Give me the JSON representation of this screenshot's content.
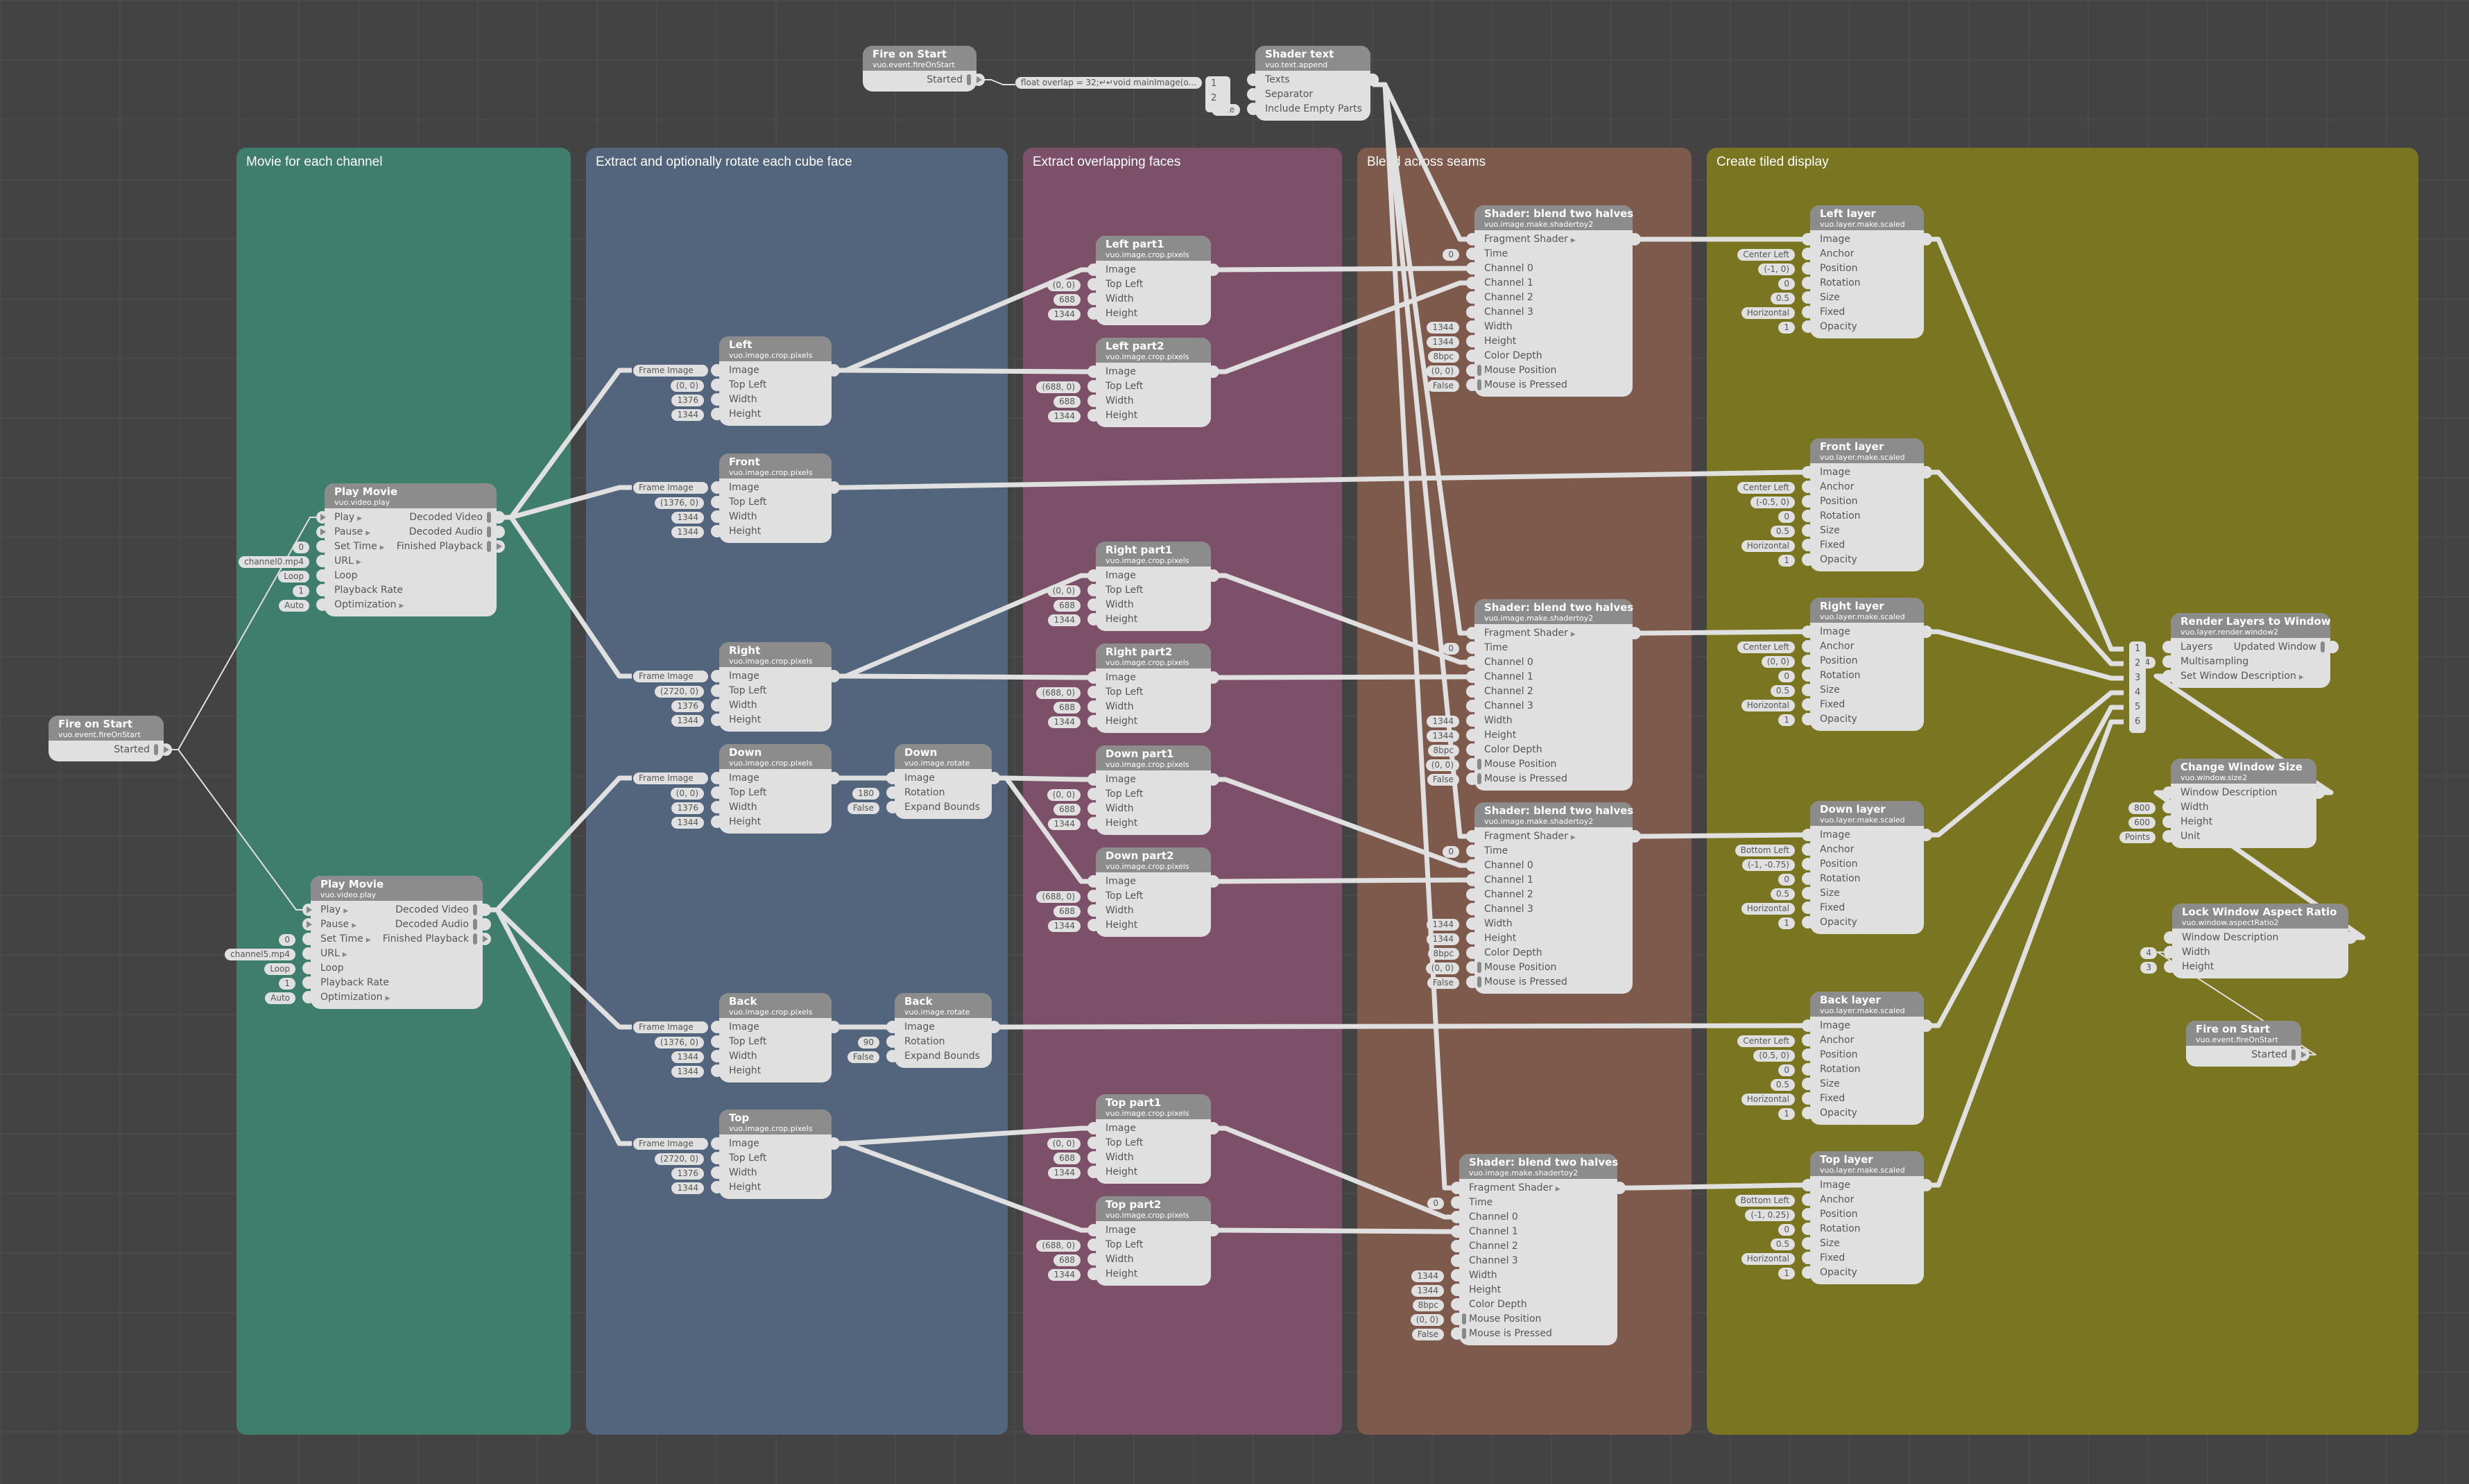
{
  "groups": [
    {
      "title": "Movie for each channel",
      "color": "#3f7d6c"
    },
    {
      "title": "Extract and optionally rotate each cube face",
      "color": "#52657d"
    },
    {
      "title": "Extract overlapping faces",
      "color": "#7c5068"
    },
    {
      "title": "Blend across seams",
      "color": "#7d5a4b"
    },
    {
      "title": "Create tiled display",
      "color": "#7a7520"
    }
  ],
  "cable_color": "#e0e0e0",
  "nodes": {
    "fire_main": {
      "title": "Fire on Start",
      "class": "vuo.event.fireOnStart",
      "outputs": [
        "Started"
      ]
    },
    "fire_top": {
      "title": "Fire on Start",
      "class": "vuo.event.fireOnStart",
      "outputs": [
        "Started"
      ]
    },
    "fire_window": {
      "title": "Fire on Start",
      "class": "vuo.event.fireOnStart",
      "outputs": [
        "Started"
      ]
    },
    "shader_text": {
      "title": "Shader text",
      "class": "vuo.text.append",
      "inputs": [
        "Texts",
        "Separator",
        "Include Empty Parts"
      ],
      "constants": {
        "include_empty_parts": "True"
      },
      "drawer_items": [
        "1",
        "2"
      ],
      "text_value": "float overlap = 32;↵↵void mainImage(o..."
    },
    "play_movie_0": {
      "title": "Play Movie",
      "class": "vuo.video.play",
      "inputs": [
        "Play",
        "Pause",
        "Set Time",
        "URL",
        "Loop",
        "Playback Rate",
        "Optimization"
      ],
      "outputs": [
        "Decoded Video",
        "Decoded Audio",
        "Finished Playback"
      ],
      "constants": {
        "set_time": "0",
        "url": "channel0.mp4",
        "loop": "Loop",
        "playback_rate": "1",
        "optimization": "Auto"
      }
    },
    "play_movie_5": {
      "title": "Play Movie",
      "class": "vuo.video.play",
      "inputs": [
        "Play",
        "Pause",
        "Set Time",
        "URL",
        "Loop",
        "Playback Rate",
        "Optimization"
      ],
      "outputs": [
        "Decoded Video",
        "Decoded Audio",
        "Finished Playback"
      ],
      "constants": {
        "set_time": "0",
        "url": "channel5.mp4",
        "loop": "Loop",
        "playback_rate": "1",
        "optimization": "Auto"
      }
    },
    "crop_faces": [
      {
        "title": "Left",
        "top_left": "(0, 0)",
        "width": "1376",
        "height": "1344"
      },
      {
        "title": "Front",
        "top_left": "(1376, 0)",
        "width": "1344",
        "height": "1344"
      },
      {
        "title": "Right",
        "top_left": "(2720, 0)",
        "width": "1376",
        "height": "1344"
      },
      {
        "title": "Down",
        "top_left": "(0, 0)",
        "width": "1376",
        "height": "1344"
      },
      {
        "title": "Back",
        "top_left": "(1376, 0)",
        "width": "1344",
        "height": "1344"
      },
      {
        "title": "Top",
        "top_left": "(2720, 0)",
        "width": "1376",
        "height": "1344"
      }
    ],
    "crop_class": "vuo.image.crop.pixels",
    "crop_inputs": [
      "Image",
      "Top Left",
      "Width",
      "Height"
    ],
    "port_type_labels": {
      "from": "Frame",
      "to": "Image"
    },
    "rotates": [
      {
        "title": "Down",
        "rotation": "180",
        "expand_bounds": "False"
      },
      {
        "title": "Back",
        "rotation": "90",
        "expand_bounds": "False"
      }
    ],
    "rotate_class": "vuo.image.rotate",
    "rotate_inputs": [
      "Image",
      "Rotation",
      "Expand Bounds"
    ],
    "parts": [
      {
        "title": "Left part1",
        "top_left": "(0, 0)",
        "width": "688",
        "height": "1344"
      },
      {
        "title": "Left part2",
        "top_left": "(688, 0)",
        "width": "688",
        "height": "1344"
      },
      {
        "title": "Right part1",
        "top_left": "(0, 0)",
        "width": "688",
        "height": "1344"
      },
      {
        "title": "Right part2",
        "top_left": "(688, 0)",
        "width": "688",
        "height": "1344"
      },
      {
        "title": "Down part1",
        "top_left": "(0, 0)",
        "width": "688",
        "height": "1344"
      },
      {
        "title": "Down part2",
        "top_left": "(688, 0)",
        "width": "688",
        "height": "1344"
      },
      {
        "title": "Top part1",
        "top_left": "(0, 0)",
        "width": "688",
        "height": "1344"
      },
      {
        "title": "Top part2",
        "top_left": "(688, 0)",
        "width": "688",
        "height": "1344"
      }
    ],
    "shader": {
      "title": "Shader: blend two halves",
      "class": "vuo.image.make.shadertoy2",
      "inputs": [
        "Fragment Shader",
        "Time",
        "Channel 0",
        "Channel 1",
        "Channel 2",
        "Channel 3",
        "Width",
        "Height",
        "Color Depth",
        "Mouse Position",
        "Mouse is Pressed"
      ],
      "constants": {
        "time": "0",
        "width": "1344",
        "height": "1344",
        "color_depth": "8bpc",
        "mouse_position": "(0, 0)",
        "mouse_is_pressed": "False"
      }
    },
    "layers": [
      {
        "title": "Left layer",
        "anchor": "Center Left",
        "position": "(-1, 0)",
        "rotation": "0",
        "size": "0.5",
        "fixed": "Horizontal",
        "opacity": "1"
      },
      {
        "title": "Front layer",
        "anchor": "Center Left",
        "position": "(-0.5, 0)",
        "rotation": "0",
        "size": "0.5",
        "fixed": "Horizontal",
        "opacity": "1"
      },
      {
        "title": "Right layer",
        "anchor": "Center Left",
        "position": "(0, 0)",
        "rotation": "0",
        "size": "0.5",
        "fixed": "Horizontal",
        "opacity": "1"
      },
      {
        "title": "Down layer",
        "anchor": "Bottom Left",
        "position": "(-1, -0.75)",
        "rotation": "0",
        "size": "0.5",
        "fixed": "Horizontal",
        "opacity": "1"
      },
      {
        "title": "Back layer",
        "anchor": "Center Left",
        "position": "(0.5, 0)",
        "rotation": "0",
        "size": "0.5",
        "fixed": "Horizontal",
        "opacity": "1"
      },
      {
        "title": "Top layer",
        "anchor": "Bottom Left",
        "position": "(-1, 0.25)",
        "rotation": "0",
        "size": "0.5",
        "fixed": "Horizontal",
        "opacity": "1"
      }
    ],
    "layer_class": "vuo.layer.make.scaled",
    "layer_inputs": [
      "Image",
      "Anchor",
      "Position",
      "Rotation",
      "Size",
      "Fixed",
      "Opacity"
    ],
    "render": {
      "title": "Render Layers to Window",
      "class": "vuo.layer.render.window2",
      "inputs": [
        "Layers",
        "Multisampling",
        "Set Window Description"
      ],
      "outputs": [
        "Updated Window"
      ],
      "constants": {
        "multisampling": "4"
      },
      "drawer_items": [
        "1",
        "2",
        "3",
        "4",
        "5",
        "6"
      ]
    },
    "window_size": {
      "title": "Change Window Size",
      "class": "vuo.window.size2",
      "inputs": [
        "Window Description",
        "Width",
        "Height",
        "Unit"
      ],
      "constants": {
        "width": "800",
        "height": "600",
        "unit": "Points"
      }
    },
    "aspect": {
      "title": "Lock Window Aspect Ratio",
      "class": "vuo.window.aspectRatio2",
      "inputs": [
        "Window Description",
        "Width",
        "Height"
      ],
      "constants": {
        "width": "4",
        "height": "3"
      }
    }
  }
}
